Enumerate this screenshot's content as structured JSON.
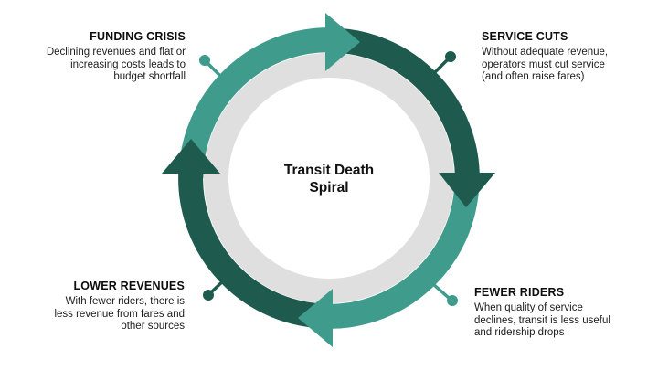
{
  "slide": {
    "center_title_lines": [
      "Transit Death",
      "Spiral"
    ]
  },
  "colors": {
    "medium_teal": "#3F9B8B",
    "dark_teal": "#1E5A4E",
    "ring_gray": "#DFDFDF"
  },
  "items": [
    {
      "label": "FUNDING CRISIS",
      "description_lines": [
        "Declining revenues and flat or",
        "increasing costs leads to",
        "budget shortfall"
      ],
      "position": "top-left"
    },
    {
      "label": "SERVICE CUTS",
      "description_lines": [
        "Without adequate revenue,",
        "operators must cut service",
        "(and often raise fares)"
      ],
      "position": "top-right"
    },
    {
      "label": "FEWER RIDERS",
      "description_lines": [
        "When quality of service",
        "declines, transit is less useful",
        "and ridership drops"
      ],
      "position": "bottom-right"
    },
    {
      "label": "LOWER REVENUES",
      "description_lines": [
        "With fewer riders, there is",
        "less revenue from fares and",
        "other sources"
      ],
      "position": "bottom-left"
    }
  ]
}
